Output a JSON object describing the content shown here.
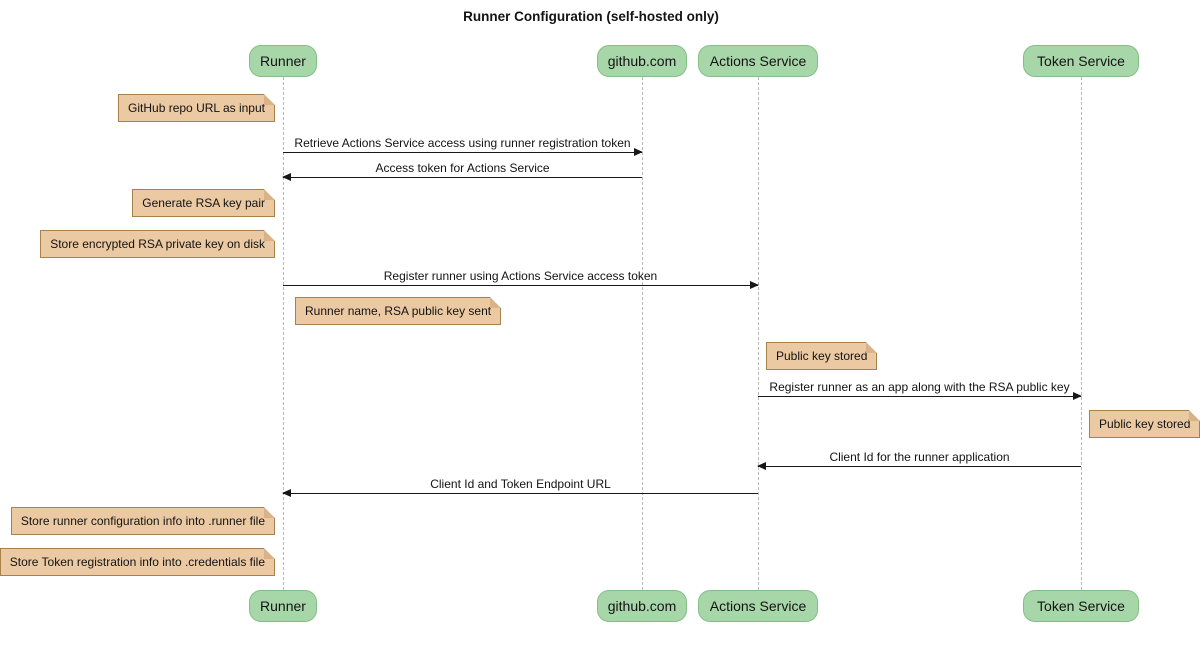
{
  "title": "Runner Configuration (self-hosted only)",
  "diagram_type": "sequence-diagram",
  "participants": [
    {
      "label": "Runner"
    },
    {
      "label": "github.com"
    },
    {
      "label": "Actions Service"
    },
    {
      "label": "Token Service"
    }
  ],
  "messages": [
    {
      "text": "Retrieve Actions Service access using runner registration token",
      "from": "Runner",
      "to": "github.com"
    },
    {
      "text": "Access token for Actions Service",
      "from": "github.com",
      "to": "Runner"
    },
    {
      "text": "Register runner using Actions Service access token",
      "from": "Runner",
      "to": "Actions Service"
    },
    {
      "text": "Register runner as an app along with the RSA public key",
      "from": "Actions Service",
      "to": "Token Service"
    },
    {
      "text": "Client Id for the runner application",
      "from": "Token Service",
      "to": "Actions Service"
    },
    {
      "text": "Client Id and Token Endpoint URL",
      "from": "Actions Service",
      "to": "Runner"
    }
  ],
  "notes": [
    {
      "text": "GitHub repo URL as input",
      "position": "left of Runner"
    },
    {
      "text": "Generate RSA key pair",
      "position": "left of Runner"
    },
    {
      "text": "Store encrypted RSA private key on disk",
      "position": "left of Runner"
    },
    {
      "text": "Runner name, RSA public key sent",
      "position": "right of Runner"
    },
    {
      "text": "Public key stored",
      "position": "right of Actions Service"
    },
    {
      "text": "Public key stored",
      "position": "right of Token Service"
    },
    {
      "text": "Store runner configuration info into .runner file",
      "position": "left of Runner"
    },
    {
      "text": "Store Token registration info into .credentials file",
      "position": "left of Runner"
    }
  ],
  "colors": {
    "participant_fill": "#A7D7A9",
    "participant_border": "#84BE86",
    "note_fill": "#EBC9A3",
    "note_border": "#A6814C",
    "note_fold": "#D9B288",
    "lifeline": "#B9B9B9",
    "arrow": "#181818",
    "text": "#131313",
    "bg": "#FFFFFF"
  }
}
